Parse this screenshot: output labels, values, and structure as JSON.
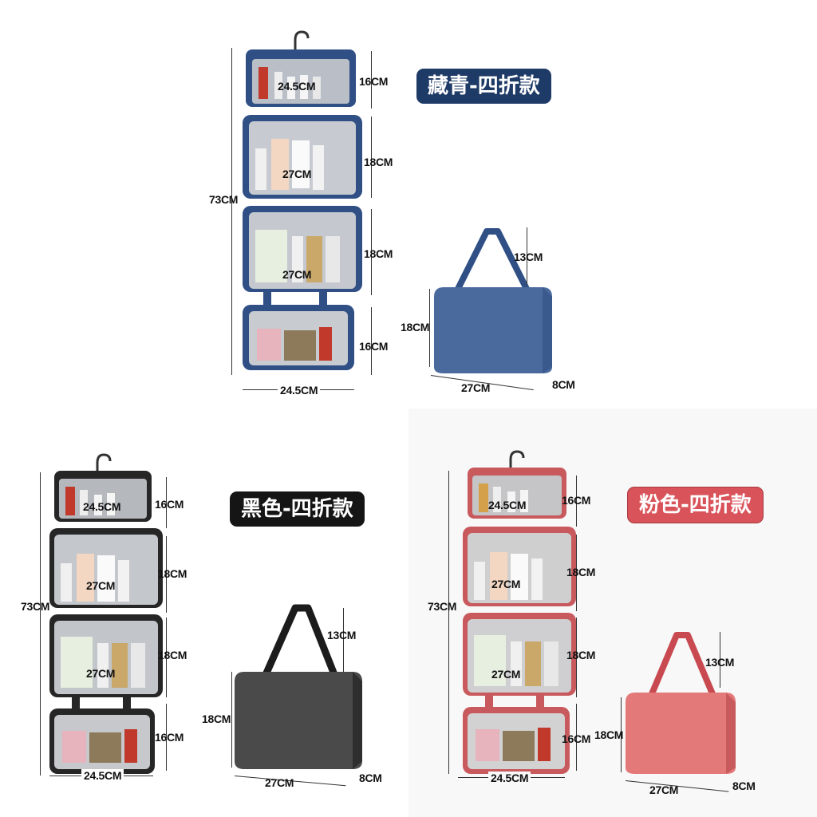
{
  "panels": [
    {
      "variant_label": "藏青-四折款",
      "badge_color": "#1e3a66",
      "bag_color": "#4a6a9e",
      "bag_dark": "#2f4f85",
      "pouch_labels": {
        "p1_width": "24.5CM",
        "p1_height": "16CM",
        "p2_width": "27CM",
        "p2_height": "18CM",
        "p3_width": "27CM",
        "p3_height": "18CM",
        "p4_height": "16CM",
        "total_height": "73CM",
        "bottom_width": "24.5CM"
      },
      "folded_labels": {
        "handle": "13CM",
        "height": "18CM",
        "width": "27CM",
        "depth": "8CM"
      }
    },
    {
      "variant_label": "黑色-四折款",
      "badge_color": "#151515",
      "bag_color": "#4a4a4a",
      "bag_dark": "#262626",
      "pouch_labels": {
        "p1_width": "24.5CM",
        "p1_height": "16CM",
        "p2_width": "27CM",
        "p2_height": "18CM",
        "p3_width": "27CM",
        "p3_height": "18CM",
        "p4_height": "16CM",
        "total_height": "73CM",
        "bottom_width": "24.5CM"
      },
      "folded_labels": {
        "handle": "13CM",
        "height": "18CM",
        "width": "27CM",
        "depth": "8CM"
      }
    },
    {
      "variant_label": "粉色-四折款",
      "badge_color": "#d9545a",
      "bag_color": "#e4797a",
      "bag_dark": "#c85a5e",
      "pouch_labels": {
        "p1_width": "24.5CM",
        "p1_height": "16CM",
        "p2_width": "27CM",
        "p2_height": "18CM",
        "p3_width": "27CM",
        "p3_height": "18CM",
        "p4_height": "16CM",
        "total_height": "73CM",
        "bottom_width": "24.5CM"
      },
      "folded_labels": {
        "handle": "13CM",
        "height": "18CM",
        "width": "27CM",
        "depth": "8CM"
      }
    }
  ]
}
